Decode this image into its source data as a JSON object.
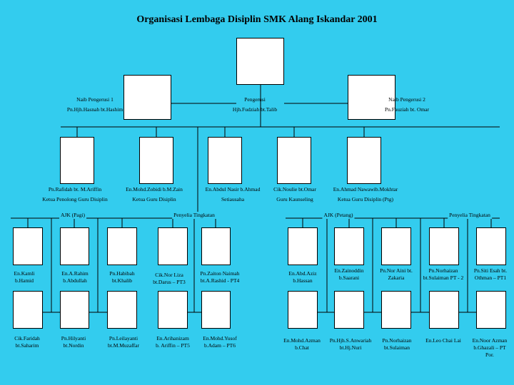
{
  "title": "Organisasi Lembaga Disiplin SMK Alang Iskandar 2001",
  "top": {
    "left": {
      "role": "Naib Pengerusi 1",
      "name": "Pn.Hjh.Hasnah bt.Hashim"
    },
    "center": {
      "role": "Pengerusi",
      "name": "Hjh.Fudziah bt.Talib"
    },
    "right": {
      "role": "Naib Pengerusi 2",
      "name": "Pn.Fauziah bt. Omar"
    }
  },
  "level2": [
    {
      "name": "Pn.Rafidah bt. M.Ariffin",
      "role": "Ketua Penolong Guru Disiplin"
    },
    {
      "name": "En.Mohd.Zobidi b.M.Zain",
      "role": "Ketua Guru Disiplin"
    },
    {
      "name": "En.Abdul Nasir b.Ahmad",
      "role": "Setiausaha"
    },
    {
      "name": "Cik.Noulie bt.Omar",
      "role": "Guru Kaunseling"
    },
    {
      "name": "En.Ahmad Nawawib.Mokhtar",
      "role": "Ketua Guru Disiplin (Ptg)"
    }
  ],
  "groups": {
    "ajk_pagi": "AJK (Pagi)",
    "penyelia_left": "Penyelia Tingkatan",
    "ajk_petang": "AJK (Petang)",
    "penyelia_right": "Penyelia Tingkatan"
  },
  "row3": [
    [
      "En.Kamli",
      "b.Hamid"
    ],
    [
      "En.A.Rahim",
      "b.Abdullah"
    ],
    [
      "Pn.Habibah",
      "bt.Khalib"
    ],
    [
      "Cik.Nor Liza",
      "bt.Darus – PT3"
    ],
    [
      "Pn.Zaiton Naimah",
      "bt.A.Rashid - PT4"
    ],
    [
      "En.Abd.Aziz",
      "b.Hassan"
    ],
    [
      "En.Zainoddin",
      "b.Saarani"
    ],
    [
      "Pn.Nor Aini bt.",
      "Zakaria"
    ],
    [
      "Pn.Norhaizan",
      "bt.Sulaiman PT - 2"
    ],
    [
      "Pn.Siti Esah bt.",
      "Othman – PT1"
    ]
  ],
  "row4": [
    [
      "Cik.Faridah",
      "bt.Saharim"
    ],
    [
      "Pn.Hilyanti",
      "bt.Nordin"
    ],
    [
      "Pn.Leilayanti",
      "bt.M.Muzaffar"
    ],
    [
      "En.Arihanizam",
      "b. Ariffin – PT5"
    ],
    [
      "En.Mohd.Yusof",
      "b.Adam – PT6"
    ],
    [
      "En.Mohd.Azman",
      "b.Chat"
    ],
    [
      "Pn.Hjh.S.Anwariah",
      "bt.Hj.Nuri"
    ],
    [
      "Pn.Norhaizan",
      "bt.Sulaiman"
    ],
    [
      "En.Leo Chai Lai"
    ],
    [
      "En.Noor Azman",
      "b.Ghazali – PT",
      "Por."
    ]
  ],
  "colors": {
    "background": "#33ccee",
    "box": "#ffffff",
    "line": "#000000"
  }
}
